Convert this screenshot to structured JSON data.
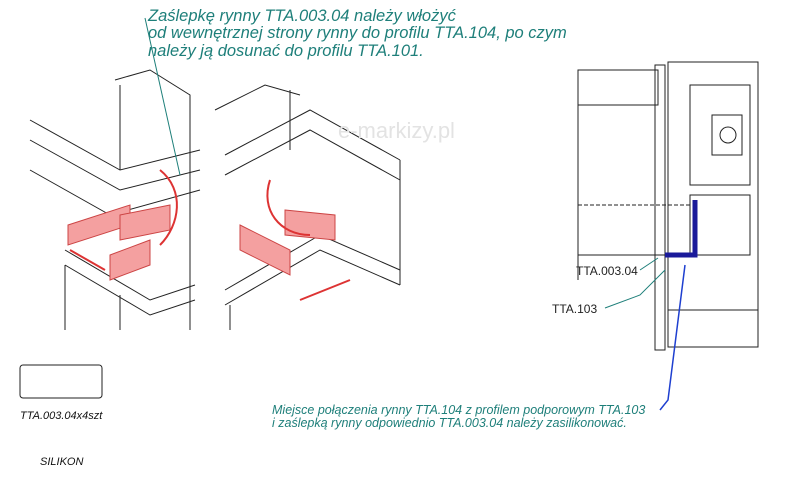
{
  "instructions": {
    "top_lines": [
      "Zaślepkę rynny TTA.003.04  należy włożyć",
      "od wewnętrznej strony rynny do profilu TTA.104, po czym",
      "należy ją dosunać do profilu TTA.101."
    ],
    "bottom_lines": [
      "Miejsce połączenia rynny TTA.104 z profilem podporowym TTA.103",
      "i zaślepką rynny odpowiednio TTA.003.04 należy zasilikonować."
    ]
  },
  "labels": {
    "cap": "TTA.003.04",
    "profile": "TTA.103",
    "part_qty": "TTA.003.04x4szt",
    "silicone": "SILIKON"
  },
  "watermark": "e-markizy.pl",
  "colors": {
    "note": "#1e7f7a",
    "highlight": "#f08080",
    "arrow": "#e03030",
    "seal": "#1a1a9a"
  }
}
